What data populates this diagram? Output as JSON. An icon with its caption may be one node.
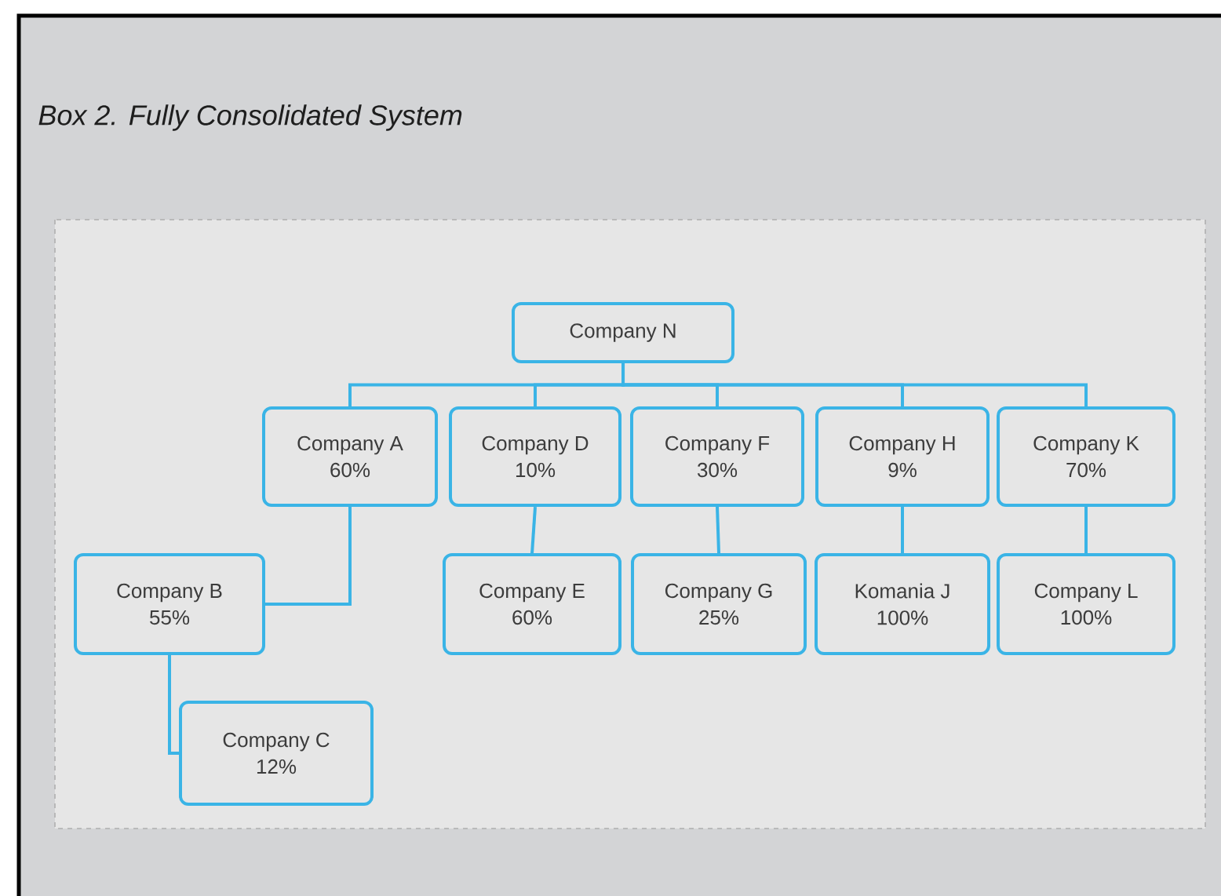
{
  "diagram": {
    "title": "Box 2. Fully Consolidated System",
    "nodes": [
      {
        "text": [
          "Company N"
        ]
      },
      {
        "text": [
          "Company A",
          "60%"
        ]
      },
      {
        "text": [
          "Company D",
          "10%"
        ]
      },
      {
        "text": [
          "Company F",
          "30%"
        ]
      },
      {
        "text": [
          "Company H",
          "9%"
        ]
      },
      {
        "text": [
          "Company K",
          "70%"
        ]
      },
      {
        "text": [
          "Company B",
          "55%"
        ]
      },
      {
        "text": [
          "Company E",
          "60%"
        ]
      },
      {
        "text": [
          "Company G",
          "25%"
        ]
      },
      {
        "text": [
          "Komania J",
          "100%"
        ]
      },
      {
        "text": [
          "Company L",
          "100%"
        ]
      },
      {
        "text": [
          "Company C",
          "12%"
        ]
      }
    ],
    "edges": [
      {
        "from": 0,
        "to": 1,
        "arrow": "none"
      },
      {
        "from": 0,
        "to": 2,
        "arrow": "none"
      },
      {
        "from": 0,
        "to": 3,
        "arrow": "none"
      },
      {
        "from": 0,
        "to": 4,
        "arrow": "none"
      },
      {
        "from": 0,
        "to": 5,
        "arrow": "none"
      },
      {
        "from": 1,
        "to": 6,
        "arrow": "none"
      },
      {
        "from": 6,
        "to": 11,
        "arrow": "none"
      },
      {
        "from": 2,
        "to": 7,
        "arrow": "none"
      },
      {
        "from": 3,
        "to": 8,
        "arrow": "none"
      },
      {
        "from": 4,
        "to": 9,
        "arrow": "none"
      },
      {
        "from": 5,
        "to": 10,
        "arrow": "none"
      }
    ]
  }
}
